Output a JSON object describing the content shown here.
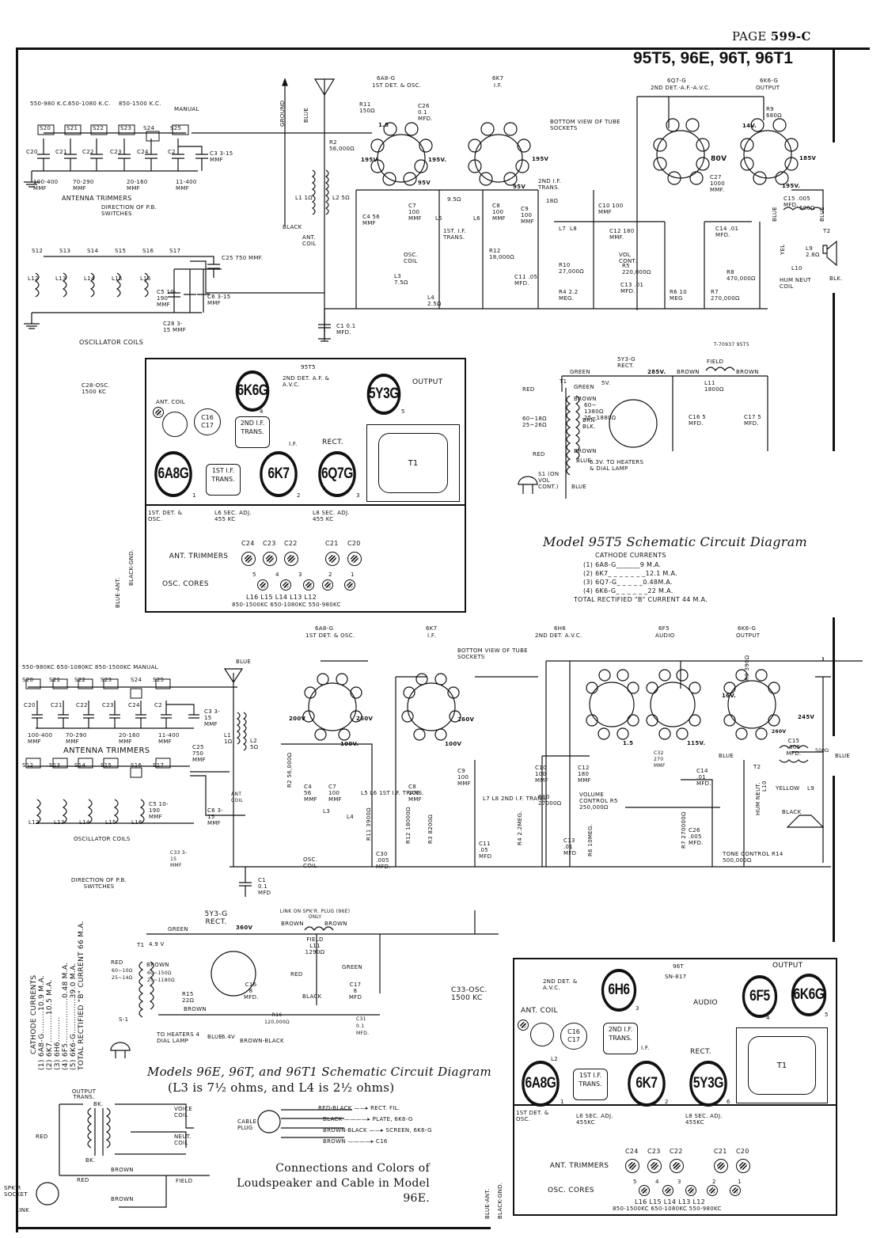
{
  "header": {
    "page_label": "PAGE",
    "page_number": "599-C",
    "models": "95T5, 96E, 96T, 96T1"
  },
  "schematic_95t5": {
    "title": "Model 95T5 Schematic Circuit Diagram",
    "ref_code": "T-70937  95T5",
    "band_labels": [
      "550-980 K.C.",
      "650-1080 K.C.",
      "850-1500 K.C.",
      "MANUAL"
    ],
    "switches_ant": [
      "S20",
      "S21",
      "S22",
      "S23",
      "S24",
      "S25"
    ],
    "switches_osc": [
      "S12",
      "S13",
      "S14",
      "S15",
      "S16",
      "S17"
    ],
    "ant_trimmers": [
      "C20",
      "C21",
      "C22",
      "C23",
      "C24",
      "C2",
      "C3 3-15 MMF"
    ],
    "trimmer_ranges": [
      "100-400 MMF",
      "70-290 MMF",
      "20-160 MMF",
      "11-400 MMF"
    ],
    "antenna_trimmers_label": "ANTENNA TRIMMERS",
    "direction_label": "DIRECTION OF P.B. SWITCHES",
    "osc_coils": [
      "L12",
      "L13",
      "L14",
      "L15",
      "L16"
    ],
    "osc_coils_label": "OSCILLATOR COILS",
    "ground_label": "GROUND",
    "blue_label": "BLUE",
    "black_label": "BLACK",
    "ant_coil": {
      "l1": "L1 1Ω",
      "l2": "L2 5Ω",
      "label": "ANT. COIL"
    },
    "c25": "C25 750 MMF.",
    "c5": "C5 10-190 MMF",
    "c6": "C6 3-15 MMF",
    "c28": "C28 3-15 MMF",
    "c4": "C4 56 MMF",
    "c1": "C1 0.1 MFD.",
    "tube1": {
      "name": "6A8-G",
      "func": "1ST DET. & OSC.",
      "r11": "R11 150Ω",
      "c26": "C26 0.1 MFD.",
      "r2": "R2 56,000Ω",
      "v1": "195V",
      "v2": "195V.",
      "v3": "95V",
      "v4": "1.8"
    },
    "tube2": {
      "name": "6K7",
      "func": "I.F.",
      "v1": "195V",
      "v2": "95V"
    },
    "bottom_view": "BOTTOM VIEW OF TUBE SOCKETS",
    "if1": {
      "label": "1ST. I.F. TRANS.",
      "l5": "L5",
      "l6": "L6",
      "r": "9.5Ω",
      "c7": "C7 100 MMF",
      "c8": "C8 100 MMF"
    },
    "osc_coil": {
      "label": "OSC. COIL",
      "l3": "L3 7.5Ω",
      "l4": "L4 2.5Ω"
    },
    "r12": "R12 18,000Ω",
    "c11": "C11 .05 MFD.",
    "if2": {
      "label": "2ND I.F. TRANS.",
      "l7": "L7",
      "l8": "L8",
      "r": "18Ω",
      "c9": "C9 100 MMF",
      "c10": "C10 100 MMF"
    },
    "c12": "C12 180 MMF.",
    "vol": {
      "label": "VOL CONT.",
      "r5": "R5 220,000Ω",
      "r10": "R10 27,000Ω",
      "r4": "R4 2.2 MEG."
    },
    "c13": "C13 .01 MFD.",
    "tube3": {
      "name": "6Q7-G",
      "func": "2ND DET.-A.F.-A.V.C.",
      "v": "80V"
    },
    "c27": "C27 1000 MMF.",
    "r6": "R6 10 MEG",
    "r7": "R7 270,000Ω",
    "c14": "C14 .01 MFD.",
    "r8": "R8 470,000Ω",
    "tube4": {
      "name": "6K6-G",
      "func": "OUTPUT",
      "r9": "R9 680Ω",
      "v1": "14V.",
      "v2": "185V",
      "v3": "195V."
    },
    "c15": "C15 .005 MFD.",
    "t2": {
      "label": "T2",
      "r": "500Ω",
      "wire1": "BLUE",
      "wire2": "BLUE",
      "yel": "YEL",
      "l9": "L9 2.8Ω",
      "l10": "L10",
      "hum": "HUM NEUT COIL",
      "blk": "BLK."
    },
    "power": {
      "rect": "5Y3-G RECT.",
      "v": "285V.",
      "field": "FIELD",
      "l11": "L11 1800Ω",
      "wires": [
        "GREEN",
        "GREEN",
        "5V.",
        "RED",
        "BROWN",
        "BROWN",
        "BROWN",
        "BROWN",
        "BLUE",
        "BLUE",
        "RED",
        "BRN-BLK."
      ],
      "pri": "60~18Ω 25~26Ω",
      "sec": "60~ 1380Ω 25~1880Ω",
      "heater": "6.3V. TO HEATERS & DIAL LAMP",
      "s1": "S1 (ON VOL CONT.)",
      "t1": "T1",
      "c16": "C16 5 MFD.",
      "c17": "C17 5 MFD."
    },
    "cathode_currents": {
      "title": "CATHODE CURRENTS",
      "rows": [
        {
          "n": "(1)",
          "tube": "6A8-G",
          "ma": "9 M.A."
        },
        {
          "n": "(2)",
          "tube": "6K7",
          "ma": "12.1 M.A."
        },
        {
          "n": "(3)",
          "tube": "6Q7-G",
          "ma": "0.48M.A."
        },
        {
          "n": "(4)",
          "tube": "6K6-G",
          "ma": "22 M.A."
        }
      ],
      "total": "TOTAL RECTIFIED \"B\" CURRENT 44 M.A."
    }
  },
  "layout_95t5": {
    "model": "95T5",
    "tubes": [
      {
        "name": "6A8G",
        "n": "1"
      },
      {
        "name": "6K7",
        "n": "2"
      },
      {
        "name": "6Q7G",
        "n": "3"
      },
      {
        "name": "6K6G",
        "n": "4"
      },
      {
        "name": "5Y3G",
        "n": "5"
      }
    ],
    "labels": {
      "c28": "C28-OSC. 1500 KC",
      "ant_coil": "ANT. COIL",
      "c16c17": "C16 C17",
      "if2": "2ND I.F. TRANS.",
      "if1": "1ST I.F. TRANS.",
      "if": "I.F.",
      "rect": "RECT.",
      "det": "2ND DET. A.F. & A.V.C.",
      "output": "OUTPUT",
      "t1": "T1",
      "first_det": "1ST. DET. & OSC.",
      "l6": "L6 SEC. ADJ. 455 KC",
      "l8": "L8 SEC. ADJ. 455 KC",
      "ant_trimmers": "ANT. TRIMMERS",
      "osc_cores": "OSC. CORES",
      "trimmers": [
        "C24",
        "C23",
        "C22",
        "C21",
        "C20"
      ],
      "cores": [
        "5",
        "4",
        "3",
        "2",
        "1"
      ],
      "coils": "L16  L15  L14  L13  L12",
      "bands": "850-1500KC  650-1080KC  550-980KC",
      "blue_ant": "BLUE-ANT.",
      "black_gnd": "BLACK-GND."
    }
  },
  "schematic_96": {
    "title": "Models 96E, 96T, and 96T1 Schematic Circuit Diagram",
    "subtitle": "(L3 is 7½ ohms, and L4 is 2½ ohms)",
    "band_labels": "550-980KC  650-1080KC  850-1500KC  MANUAL",
    "switches_ant": [
      "S20",
      "S21",
      "S22",
      "S23",
      "S24",
      "S25"
    ],
    "switches_osc": [
      "S12",
      "S13",
      "S14",
      "S15",
      "S16",
      "S17"
    ],
    "ant_trimmers": [
      "C20",
      "C21",
      "C22",
      "C23",
      "C24",
      "C2"
    ],
    "trimmer_ranges": [
      "100-400 MMF",
      "70-290 MMF",
      "20-160 MMF",
      "11-400 MMF"
    ],
    "c3": "C3 3-15 MMF",
    "antenna_trimmers_label": "ANTENNA TRIMMERS",
    "c25": "C25 750 MMF",
    "osc_coils": [
      "L12",
      "L13",
      "L14",
      "L15",
      "L16"
    ],
    "c5": "C5 10-190 MMF",
    "c6": "C6 3-15 MMF",
    "c33": "C33 3-15 MMF",
    "osc_coils_label": "OSCILLATOR COILS",
    "direction_label": "DIRECTION OF P.B. SWITCHES",
    "blue_label": "BLUE",
    "ant_coil": {
      "l1": "L1 1Ω",
      "l2": "L2 5Ω",
      "label": "ANT COIL"
    },
    "c1": "C1 0.1 MFD",
    "tube1": {
      "name": "6A8-G",
      "func": "1ST DET. & OSC.",
      "v1": "200V",
      "v2": "260V",
      "v3": "100V."
    },
    "r2": "R2 56,000Ω",
    "c4": "C4 56 MMF",
    "c7": "C7 100 MMF",
    "if1": "L5  L6  1ST I.F. TRANS.",
    "c8": "C8 100 MMF",
    "l3": "L3",
    "l4": "L4",
    "osc_coil": "OSC. COIL",
    "r11": "R11 3900Ω",
    "c30": "C30 .005 MFD.",
    "r12": "R12 18000Ω",
    "r3": "R3 8200Ω",
    "c11": "C11 .05 MFD",
    "tube2": {
      "name": "6K7",
      "func": "I.F.",
      "v1": "260V",
      "v2": "100V"
    },
    "bottom_view": "BOTTOM VIEW OF TUBE SOCKETS",
    "c9": "C9 100 MMF",
    "if2": "L7  L8  2ND I.F. TRANS.",
    "c10": "C10 100 MMF",
    "c12": "C12 180 MMF",
    "r10": "R10 27000Ω",
    "r4": "R4 2.2MEG.",
    "vol": "VOLUME CONTROL R5 250,000Ω",
    "c13": "C13 .01 MFD",
    "r6": "R6 10MEG.",
    "tube3": {
      "name": "6H6",
      "func": "2ND DET. A.V.C.",
      "v": "1.5"
    },
    "tube4": {
      "name": "6F5",
      "func": "AUDIO",
      "v": "115V."
    },
    "c32": "C32 270 MMF",
    "r7": "R7 270000Ω",
    "c14": "C14 .01 MFD.",
    "c26": "C26 .005 MFD.",
    "tone": "TONE CONTROL R14 500,000Ω",
    "tube5": {
      "name": "6K6-G",
      "func": "OUTPUT",
      "v1": "16V.",
      "v2": "245V",
      "v3": "260V"
    },
    "r9": "R9 390Ω",
    "c15": "C15 .005 MFD.",
    "t2": {
      "label": "T2",
      "r": "500Ω",
      "blue1": "BLUE",
      "blue2": "BLUE",
      "yellow": "YELLOW",
      "black": "BLACK",
      "l9": "L9",
      "l10": "L10",
      "hum": "HUM NEUT."
    },
    "power": {
      "rect": "5Y3-G RECT.",
      "v": "360V",
      "link": "LINK ON SPK'R. PLUG (96E) ONLY",
      "field": "FIELD L11 1290Ω",
      "wires": [
        "GREEN",
        "BROWN",
        "BROWN",
        "RED",
        "BROWN",
        "GREEN",
        "BLACK",
        "BROWN-BLACK",
        "RED",
        "BLUE"
      ],
      "v49": "4.9 V",
      "t1": "T1",
      "pri": "60~10Ω 25~14Ω",
      "sec": "60~150Ω 25~1180Ω",
      "r15": "R15 22Ω",
      "s1": "S-1",
      "heater": "TO HEATERS 4 DIAL LAMP",
      "v63": "6.4V",
      "c16": "C16 8 MFD.",
      "c17": "C17 8 MFD",
      "r16": "R16 120,000Ω",
      "c31": "C31 0.1 MFD."
    },
    "cathode_currents": {
      "title": "CATHODE CURRENTS",
      "rows": [
        {
          "n": "(1)",
          "tube": "6A8-G",
          "ma": "10.9 M.A."
        },
        {
          "n": "(2)",
          "tube": "6K7",
          "ma": "10.5 M.A."
        },
        {
          "n": "(3)",
          "tube": "6H6",
          "ma": ""
        },
        {
          "n": "(4)",
          "tube": "6F5",
          "ma": "0.48 M.A."
        },
        {
          "n": "(5)",
          "tube": "6K6-G",
          "ma": "39.0 M.A."
        }
      ],
      "total": "TOTAL RECTIFIED \"B\" CURRENT 66 M.A."
    }
  },
  "speaker_96e": {
    "output_trans": "OUTPUT TRANS.",
    "bk": "BK.",
    "voice_coil": "VOICE COIL",
    "neut_coil": "NEUT. COIL",
    "field": "FIELD",
    "red": "RED",
    "brown": "BROWN",
    "socket": "SPK'R SOCKET",
    "link": "LINK",
    "cable_plug": "CABLE PLUG",
    "cable": [
      {
        "wire": "RED-BLACK",
        "to": "RECT. FIL."
      },
      {
        "wire": "BLACK",
        "to": "PLATE, 6K6-G"
      },
      {
        "wire": "BROWN-BLACK",
        "to": "SCREEN, 6K6-G"
      },
      {
        "wire": "BROWN",
        "to": "C16"
      }
    ],
    "caption": "Connections and Colors of Loudspeaker and Cable in Model 96E."
  },
  "layout_96t": {
    "model": "96T",
    "serial": "SN-817",
    "tubes": [
      {
        "name": "6A8G",
        "n": "1"
      },
      {
        "name": "6K7",
        "n": "2"
      },
      {
        "name": "6H6",
        "n": "3"
      },
      {
        "name": "6F5",
        "n": "4"
      },
      {
        "name": "6K6G",
        "n": "5"
      },
      {
        "name": "5Y3G",
        "n": "6"
      }
    ],
    "labels": {
      "c33": "C33-OSC. 1500 KC",
      "ant_coil": "ANT. COIL",
      "c16c17": "C16 C17",
      "det": "2ND DET. & A.V.C.",
      "audio": "AUDIO",
      "output": "OUTPUT",
      "if2": "2ND I.F. TRANS.",
      "if1": "1ST I.F. TRANS.",
      "if": "I.F.",
      "rect": "RECT.",
      "t1": "T1",
      "l2": "L2",
      "first_det": "1ST DET. & OSC.",
      "l6": "L6 SEC. ADJ. 455KC",
      "l8": "L8 SEC. ADJ. 455KC",
      "ant_trimmers": "ANT. TRIMMERS",
      "osc_cores": "OSC. CORES",
      "trimmers": [
        "C24",
        "C23",
        "C22",
        "C21",
        "C20"
      ],
      "cores": [
        "5",
        "4",
        "3",
        "2",
        "1"
      ],
      "coils": "L16  L15  L14  L13  L12",
      "bands": "850-1500KC  650-1080KC  550-980KC",
      "blue_ant": "BLUE-ANT.",
      "black_gnd": "BLACK-GND."
    }
  }
}
